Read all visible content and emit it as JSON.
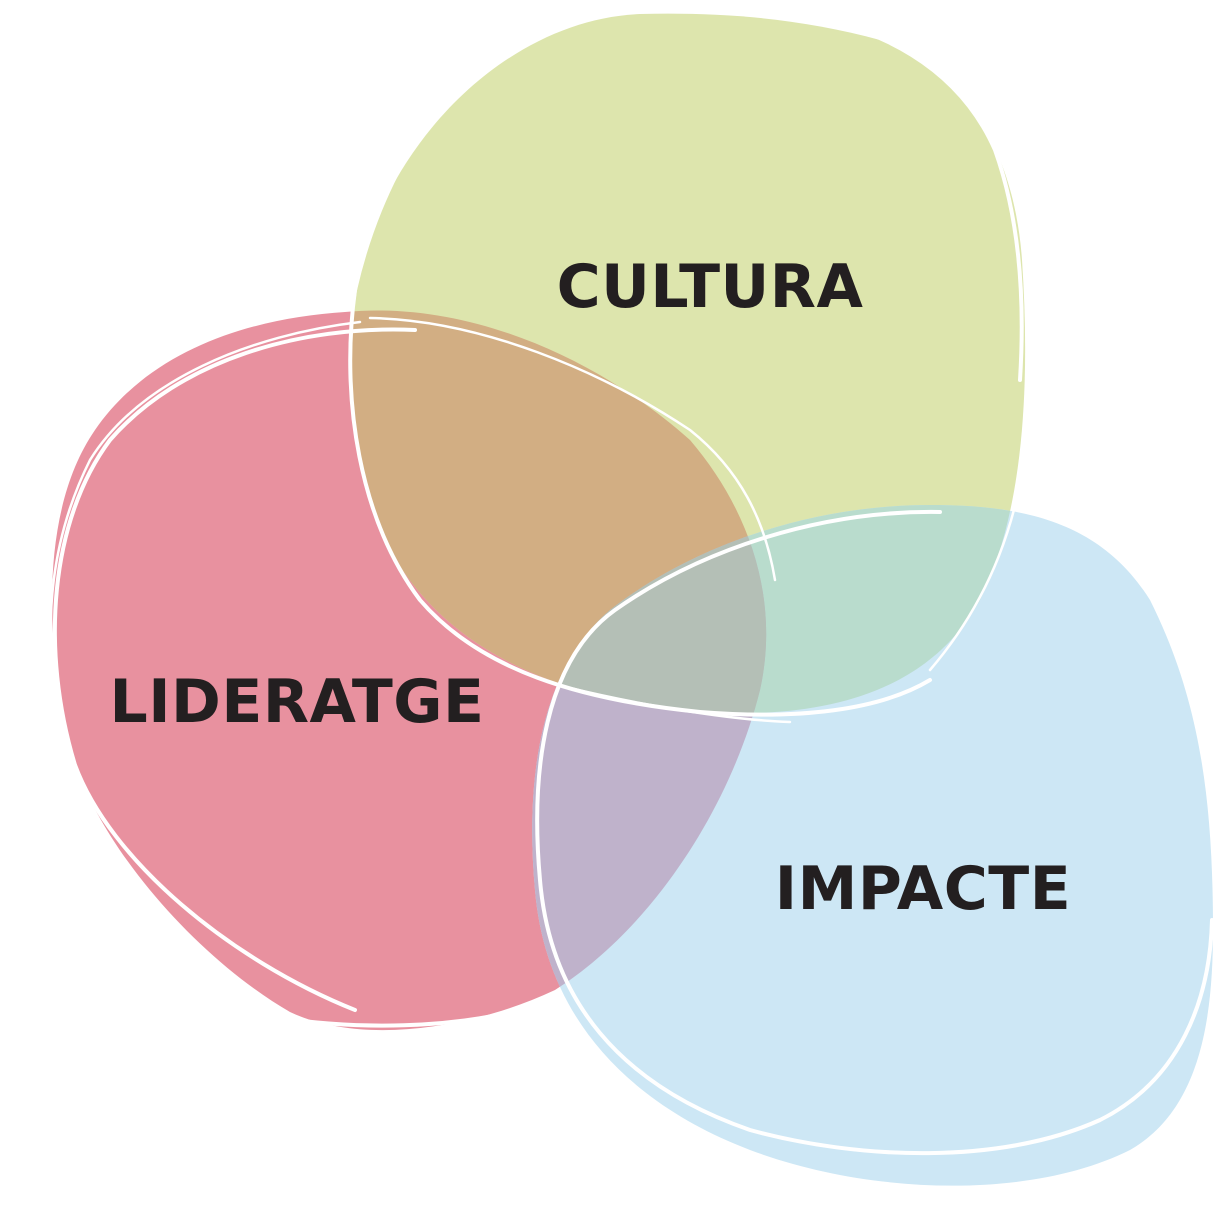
{
  "diagram": {
    "type": "venn",
    "sets": [
      {
        "id": "lideratge",
        "label": "LIDERATGE",
        "color": "#e8919f"
      },
      {
        "id": "cultura",
        "label": "CULTURA",
        "color": "#dde5ad"
      },
      {
        "id": "impacte",
        "label": "IMPACTE",
        "color": "#cde7f5"
      }
    ],
    "overlap_colors": {
      "lideratge_cultura": "#d2ae83",
      "cultura_impacte": "#b9dccd",
      "lideratge_impacte": "#bfb2cb",
      "all_three": "#b4bfb6"
    },
    "label_color": "#231f20"
  }
}
